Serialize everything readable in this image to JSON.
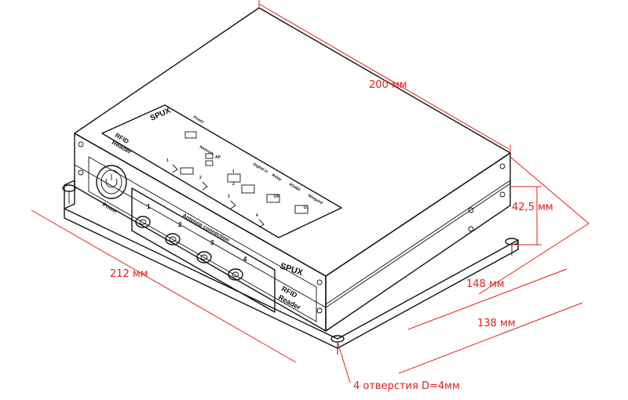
{
  "dimensions": {
    "length": "200 мм",
    "width": "212 мм",
    "height": "42,5 мм",
    "depth_a": "148 мм",
    "depth_b": "138 мм",
    "holes": "4 отверстия D=4мм"
  },
  "device": {
    "brand": "SPUX",
    "title_line1": "RFID",
    "title_line2": "Reader",
    "power_label": "Power",
    "antenna_label": "Antenna connection",
    "ports": [
      "1",
      "2",
      "3",
      "4"
    ]
  },
  "top_panel": {
    "brand": "SPUX",
    "title_line1": "RFID",
    "title_line2": "Reader",
    "power": "Power",
    "network": "Network",
    "ap": "AP",
    "digital_in": "Digital in",
    "relay": "Relay",
    "rs485": "RS485",
    "wiegand": "Wiegand",
    "d0": "D0",
    "d1": "D1",
    "arrow_numbers": [
      "1",
      "2",
      "3",
      "4"
    ],
    "small_nums": [
      "1",
      "2"
    ]
  },
  "colors": {
    "dimension": "#e0201c",
    "line": "#111111"
  }
}
